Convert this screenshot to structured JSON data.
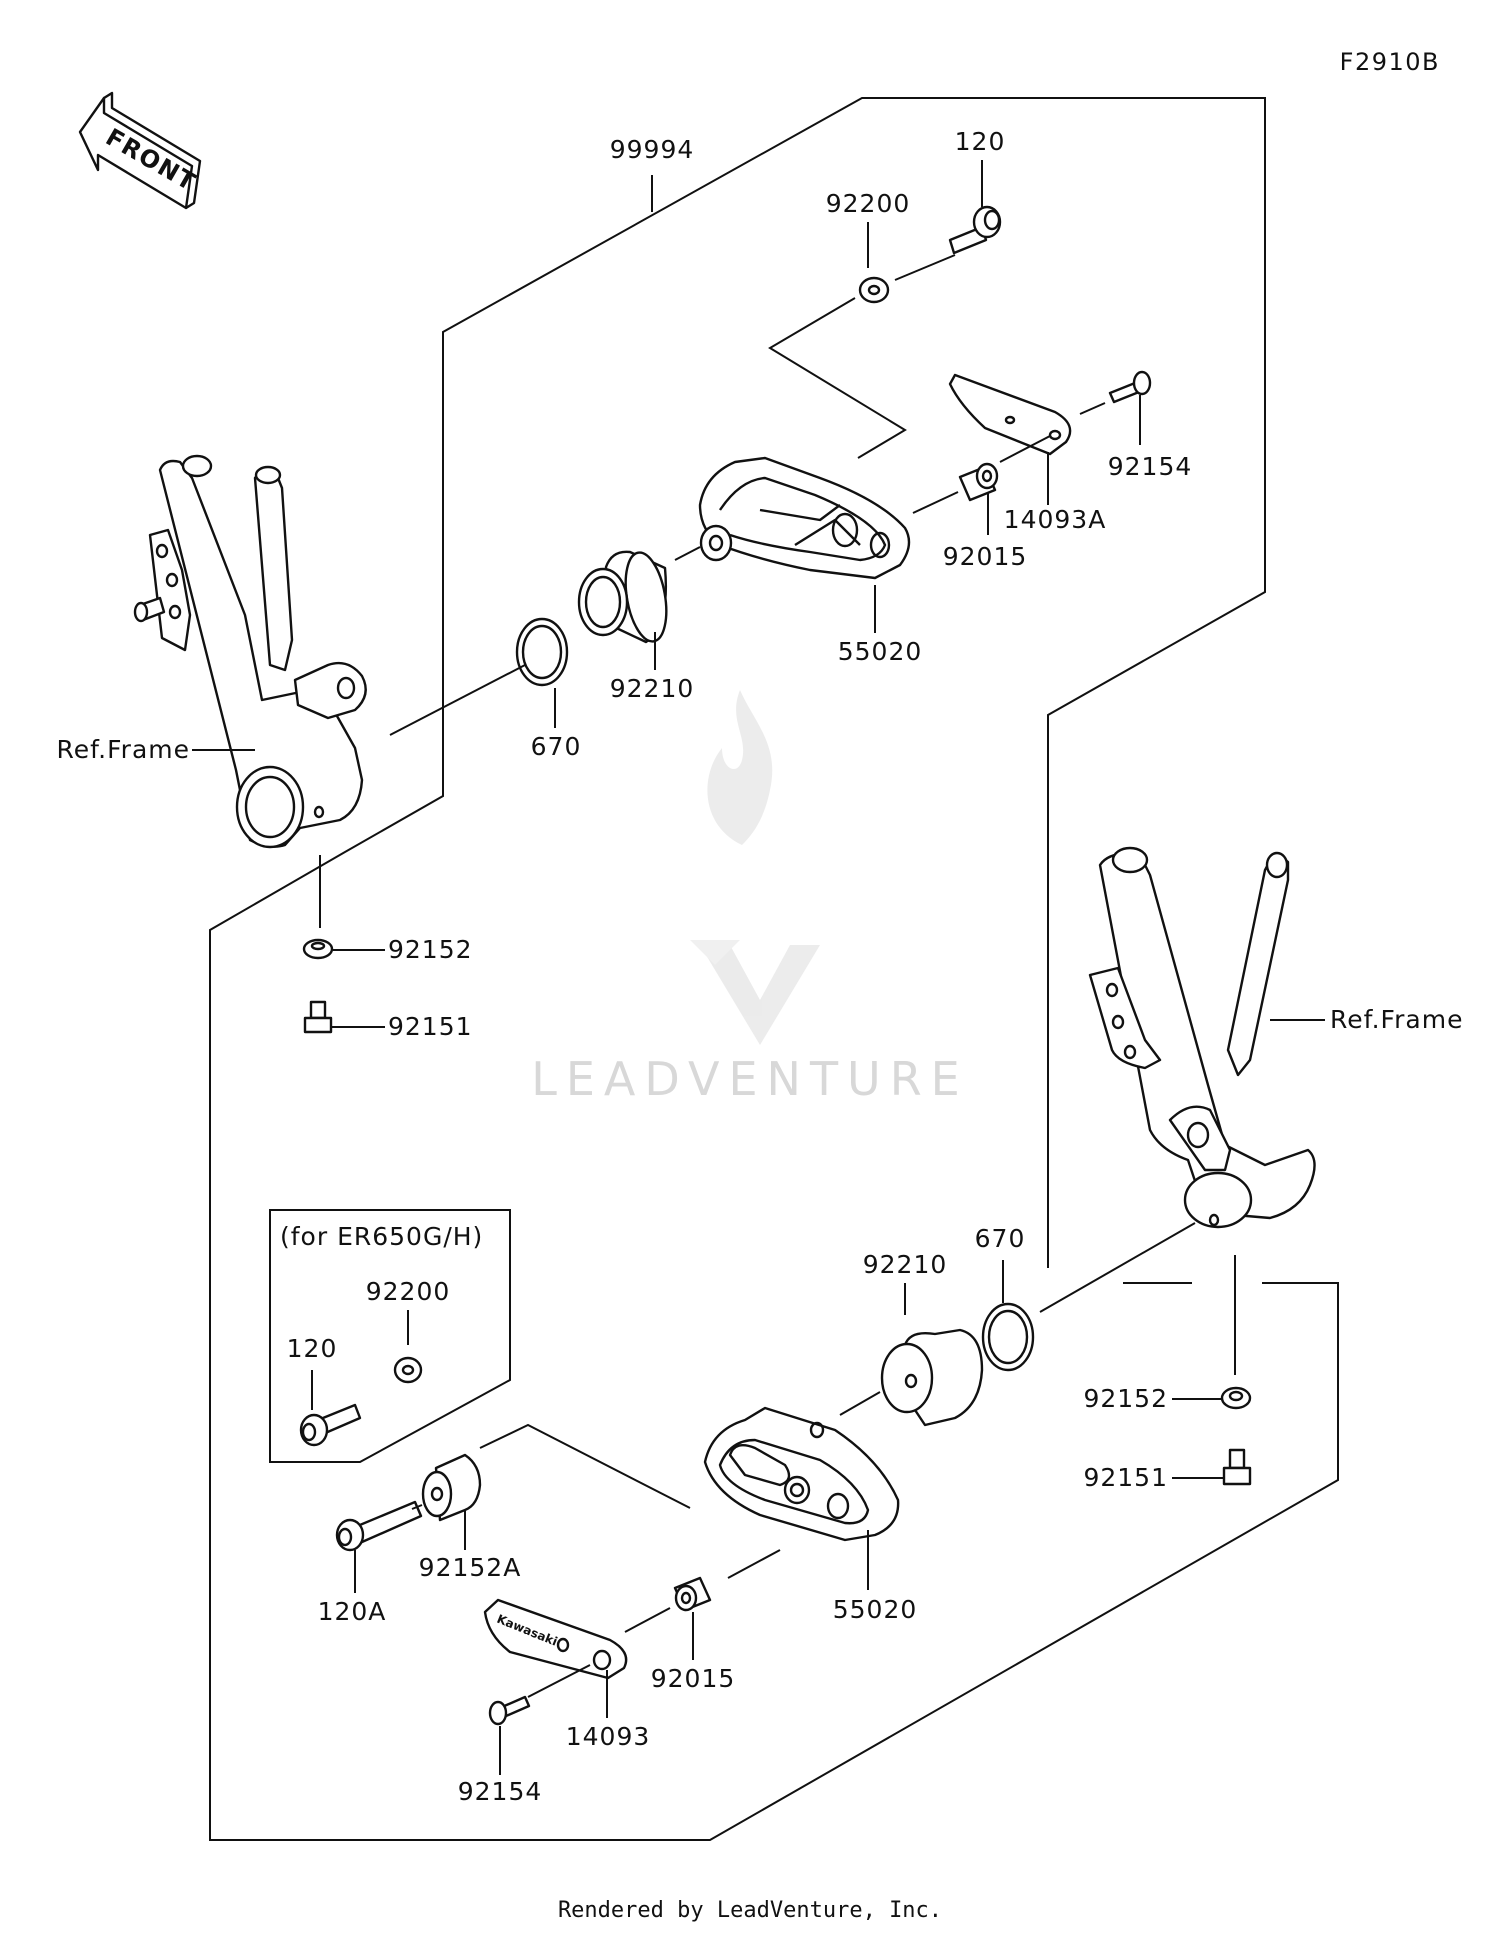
{
  "figure_code": "F2910B",
  "front_label": "FRONT",
  "watermark": "LEADVENTURE",
  "footer": "Rendered by LeadVenture, Inc.",
  "variant_note": "(for ER650G/H)",
  "labels": {
    "kit": "99994",
    "bolt_top": "120",
    "washer_top": "92200",
    "screw_top": "92154",
    "plate_top": "14093A",
    "collar_top": "92015",
    "slider_top": "55020",
    "spacer_top": "92210",
    "oring_top": "670",
    "frame_left": "Ref.Frame",
    "washer_left": "92152",
    "bolt_left": "92151",
    "frame_right": "Ref.Frame",
    "oring_bottom": "670",
    "spacer_bottom": "92210",
    "washer_right": "92152",
    "bolt_right": "92151",
    "washer_note": "92200",
    "bolt_note": "120",
    "collar_lower": "92152A",
    "bolt_lower": "120A",
    "slider_bottom": "55020",
    "collar_bottom": "92015",
    "plate_bottom": "14093",
    "screw_bottom": "92154"
  }
}
